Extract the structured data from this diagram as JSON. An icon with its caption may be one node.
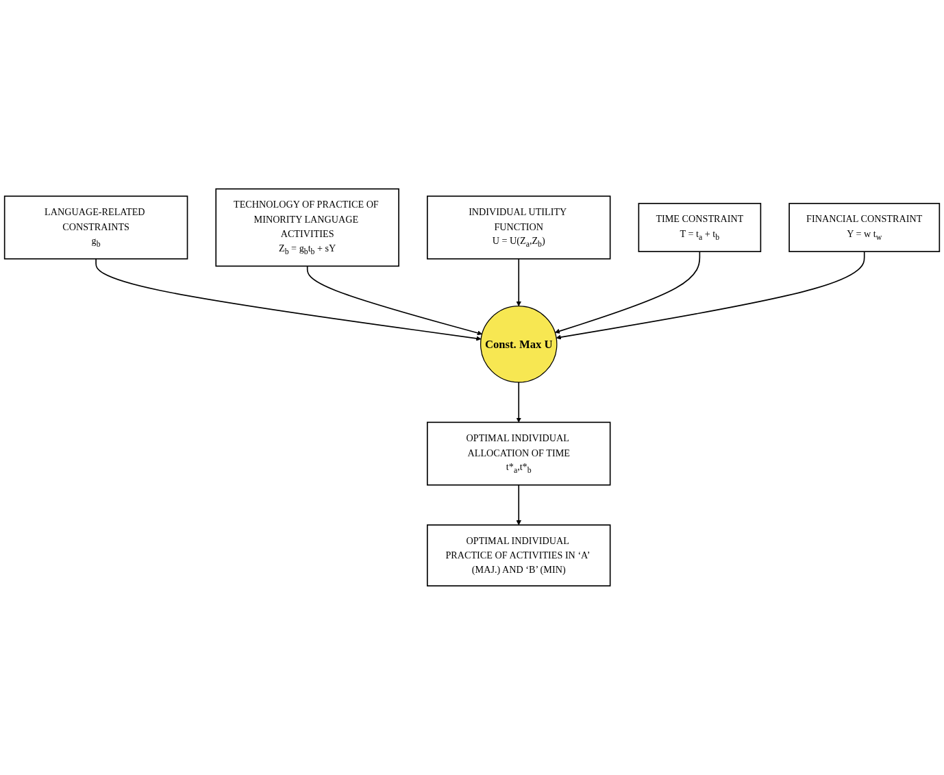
{
  "diagram": {
    "nodes": [
      {
        "text": [
          "LANGUAGE-RELATED CONSTRAINTS",
          "g$_{b}$"
        ]
      },
      {
        "text": [
          "TECHNOLOGY OF PRACTICE OF MINORITY LANGUAGE ACTIVITIES",
          "Z$_{b}$ = g$_{b}$t$_{b}$ + sY"
        ]
      },
      {
        "text": [
          "INDIVIDUAL UTILITY FUNCTION",
          "U = U(Z$_{a}$,Z$_{b}$)"
        ]
      },
      {
        "text": [
          "TIME CONSTRAINT",
          "T = t$_{a}$ + t$_{b}$"
        ]
      },
      {
        "text": [
          "Const. Max U"
        ]
      },
      {
        "text": [
          "FINANCIAL CONSTRAINT",
          "Y = w t$_{w}$"
        ]
      },
      {
        "text": [
          "OPTIMAL INDIVIDUAL ALLOCATION OF TIME",
          "t*$_{a}$,t*$_{b}$"
        ]
      },
      {
        "text": [
          "OPTIMAL INDIVIDUAL PRACTICE OF ACTIVITIES IN ‘A’ (MAJ.) AND ‘B’ (MIN)"
        ]
      }
    ],
    "edges": [
      {
        "from": 0,
        "to": 4,
        "arrow": "to"
      },
      {
        "from": 1,
        "to": 4,
        "arrow": "to"
      },
      {
        "from": 2,
        "to": 4,
        "arrow": "to"
      },
      {
        "from": 3,
        "to": 4,
        "arrow": "to"
      },
      {
        "from": 5,
        "to": 4,
        "arrow": "to"
      },
      {
        "from": 4,
        "to": 6,
        "arrow": "to"
      },
      {
        "from": 6,
        "to": 7,
        "arrow": "to"
      }
    ]
  }
}
